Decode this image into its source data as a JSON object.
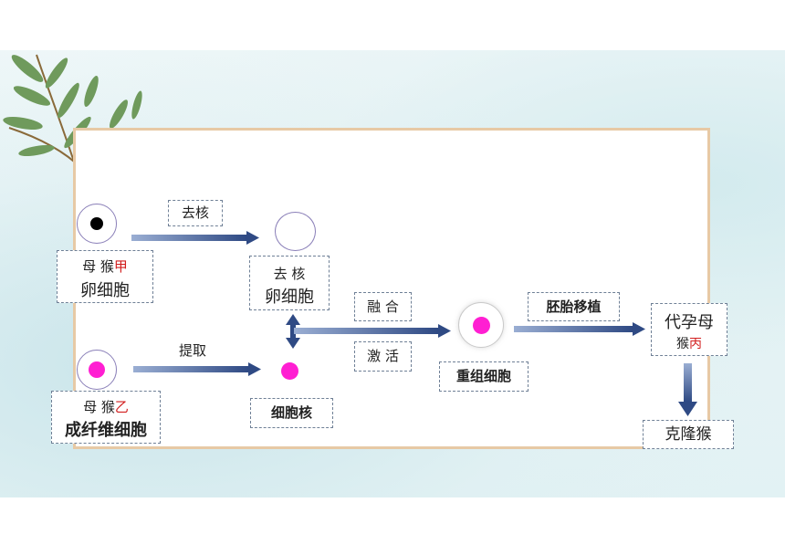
{
  "colors": {
    "arrow": "#2f4a84",
    "arrow_light": "#6e86b8",
    "nucleus": "#ff1fd2",
    "frame": "#e7c9a5",
    "accent_red": "#d21f1f"
  },
  "donor_a": {
    "name": "母 猴",
    "mark": "甲",
    "cell": "卵细胞"
  },
  "step_enucleate": "去核",
  "enucleated_egg": {
    "line1": "去 核",
    "line2": "卵细胞"
  },
  "donor_b": {
    "name": "母 猴",
    "mark": "乙",
    "cell": "成纤维细胞"
  },
  "step_extract": "提取",
  "nucleus_label": "细胞核",
  "step_fusion": "融 合",
  "step_activate": "激 活",
  "reconstructed_label": "重组细胞",
  "step_transfer": "胚胎移植",
  "surrogate": {
    "line1": "代孕母",
    "line2": "猴",
    "mark": "丙"
  },
  "result": "克隆猴"
}
